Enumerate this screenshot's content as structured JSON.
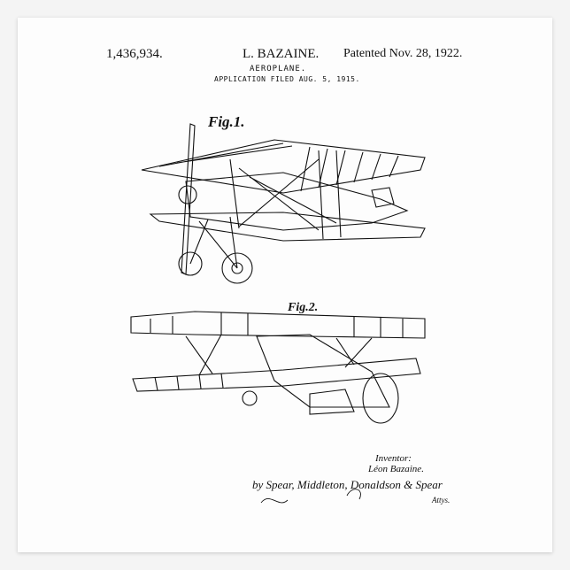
{
  "patent": {
    "number": "1,436,934.",
    "inventor_header": "L. BAZAINE.",
    "patented": "Patented Nov. 28, 1922.",
    "title": "AEROPLANE.",
    "filed": "APPLICATION FILED AUG. 5, 1915."
  },
  "figures": {
    "fig1_label": "Fig.1.",
    "fig2_label": "Fig.2."
  },
  "signature": {
    "inventor_label": "Inventor:",
    "inventor_name": "Léon Bazaine.",
    "attorneys": "by Spear, Middleton, Donaldson & Spear",
    "attys_abbrev": "Attys."
  },
  "colors": {
    "ink": "#111111",
    "paper": "#fdfdfd"
  }
}
